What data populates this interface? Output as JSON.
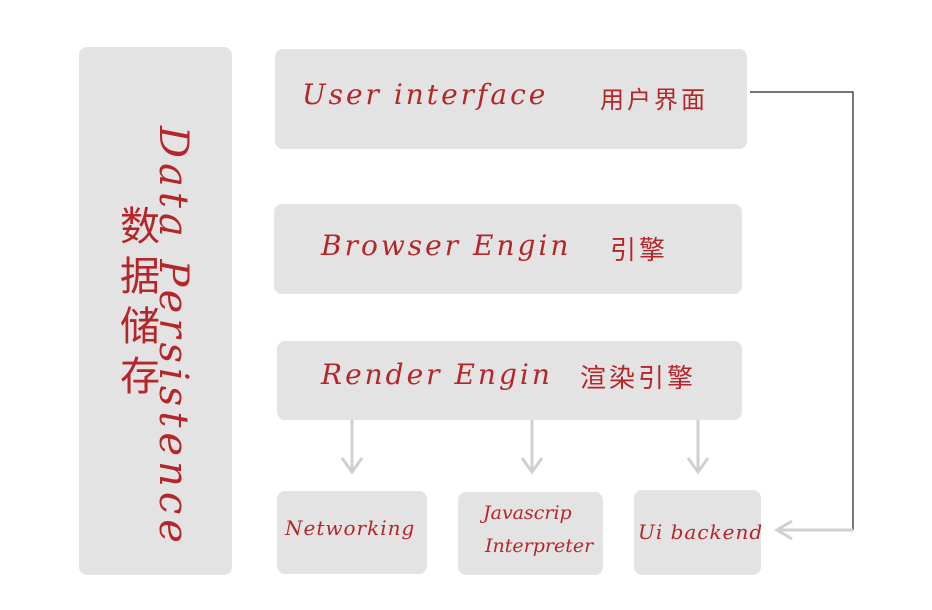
{
  "persistence": {
    "label_en": "Data Persistence",
    "label_zh": "数据储存"
  },
  "user_interface": {
    "label_en": "User interface",
    "label_zh": "用户界面"
  },
  "browser_engine": {
    "label_en": "Browser Engin",
    "label_zh": "引擎"
  },
  "render_engine": {
    "label_en": "Render Engin",
    "label_zh": "渲染引擎"
  },
  "networking": {
    "label": "Networking"
  },
  "js_interpreter": {
    "line1": "Javascrip",
    "line2": "Interpreter"
  },
  "ui_backend": {
    "label": "Ui backend"
  },
  "colors": {
    "text": "#b5262a",
    "box": "#e3e3e3",
    "arrow": "#d0d0d0",
    "connector": "#222222"
  }
}
